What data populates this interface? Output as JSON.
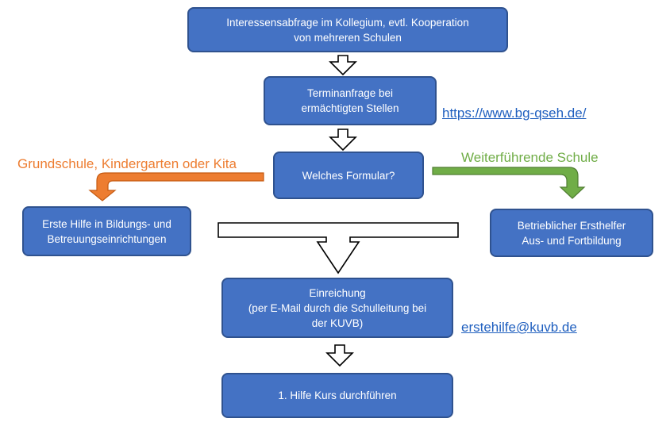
{
  "boxes": {
    "interest": [
      "Interessensabfrage im Kollegium, evtl. Kooperation",
      "von mehreren Schulen"
    ],
    "termin": [
      "Terminanfrage bei",
      "ermächtigten Stellen"
    ],
    "formular": [
      "Welches Formular?"
    ],
    "erstehilfe": [
      "Erste Hilfe in Bildungs- und",
      "Betreuungseinrichtungen"
    ],
    "betrieblich": [
      "Betrieblicher Ersthelfer",
      "Aus- und Fortbildung"
    ],
    "einreichung": [
      "Einreichung",
      "(per E-Mail durch die Schulleitung bei",
      "der KUVB)"
    ],
    "kurs": [
      "1. Hilfe Kurs durchführen"
    ]
  },
  "branches": {
    "left": "Grundschule, Kindergarten oder Kita",
    "right": "Weiterführende Schule"
  },
  "links": {
    "website": "https://www.bg-qseh.de/",
    "email": "erstehilfe@kuvb.de"
  },
  "colors": {
    "box_fill": "#4472c4",
    "box_border": "#2f528f",
    "left_branch": "#ed7d31",
    "right_branch": "#70ad47",
    "link": "#1f5fbf"
  }
}
